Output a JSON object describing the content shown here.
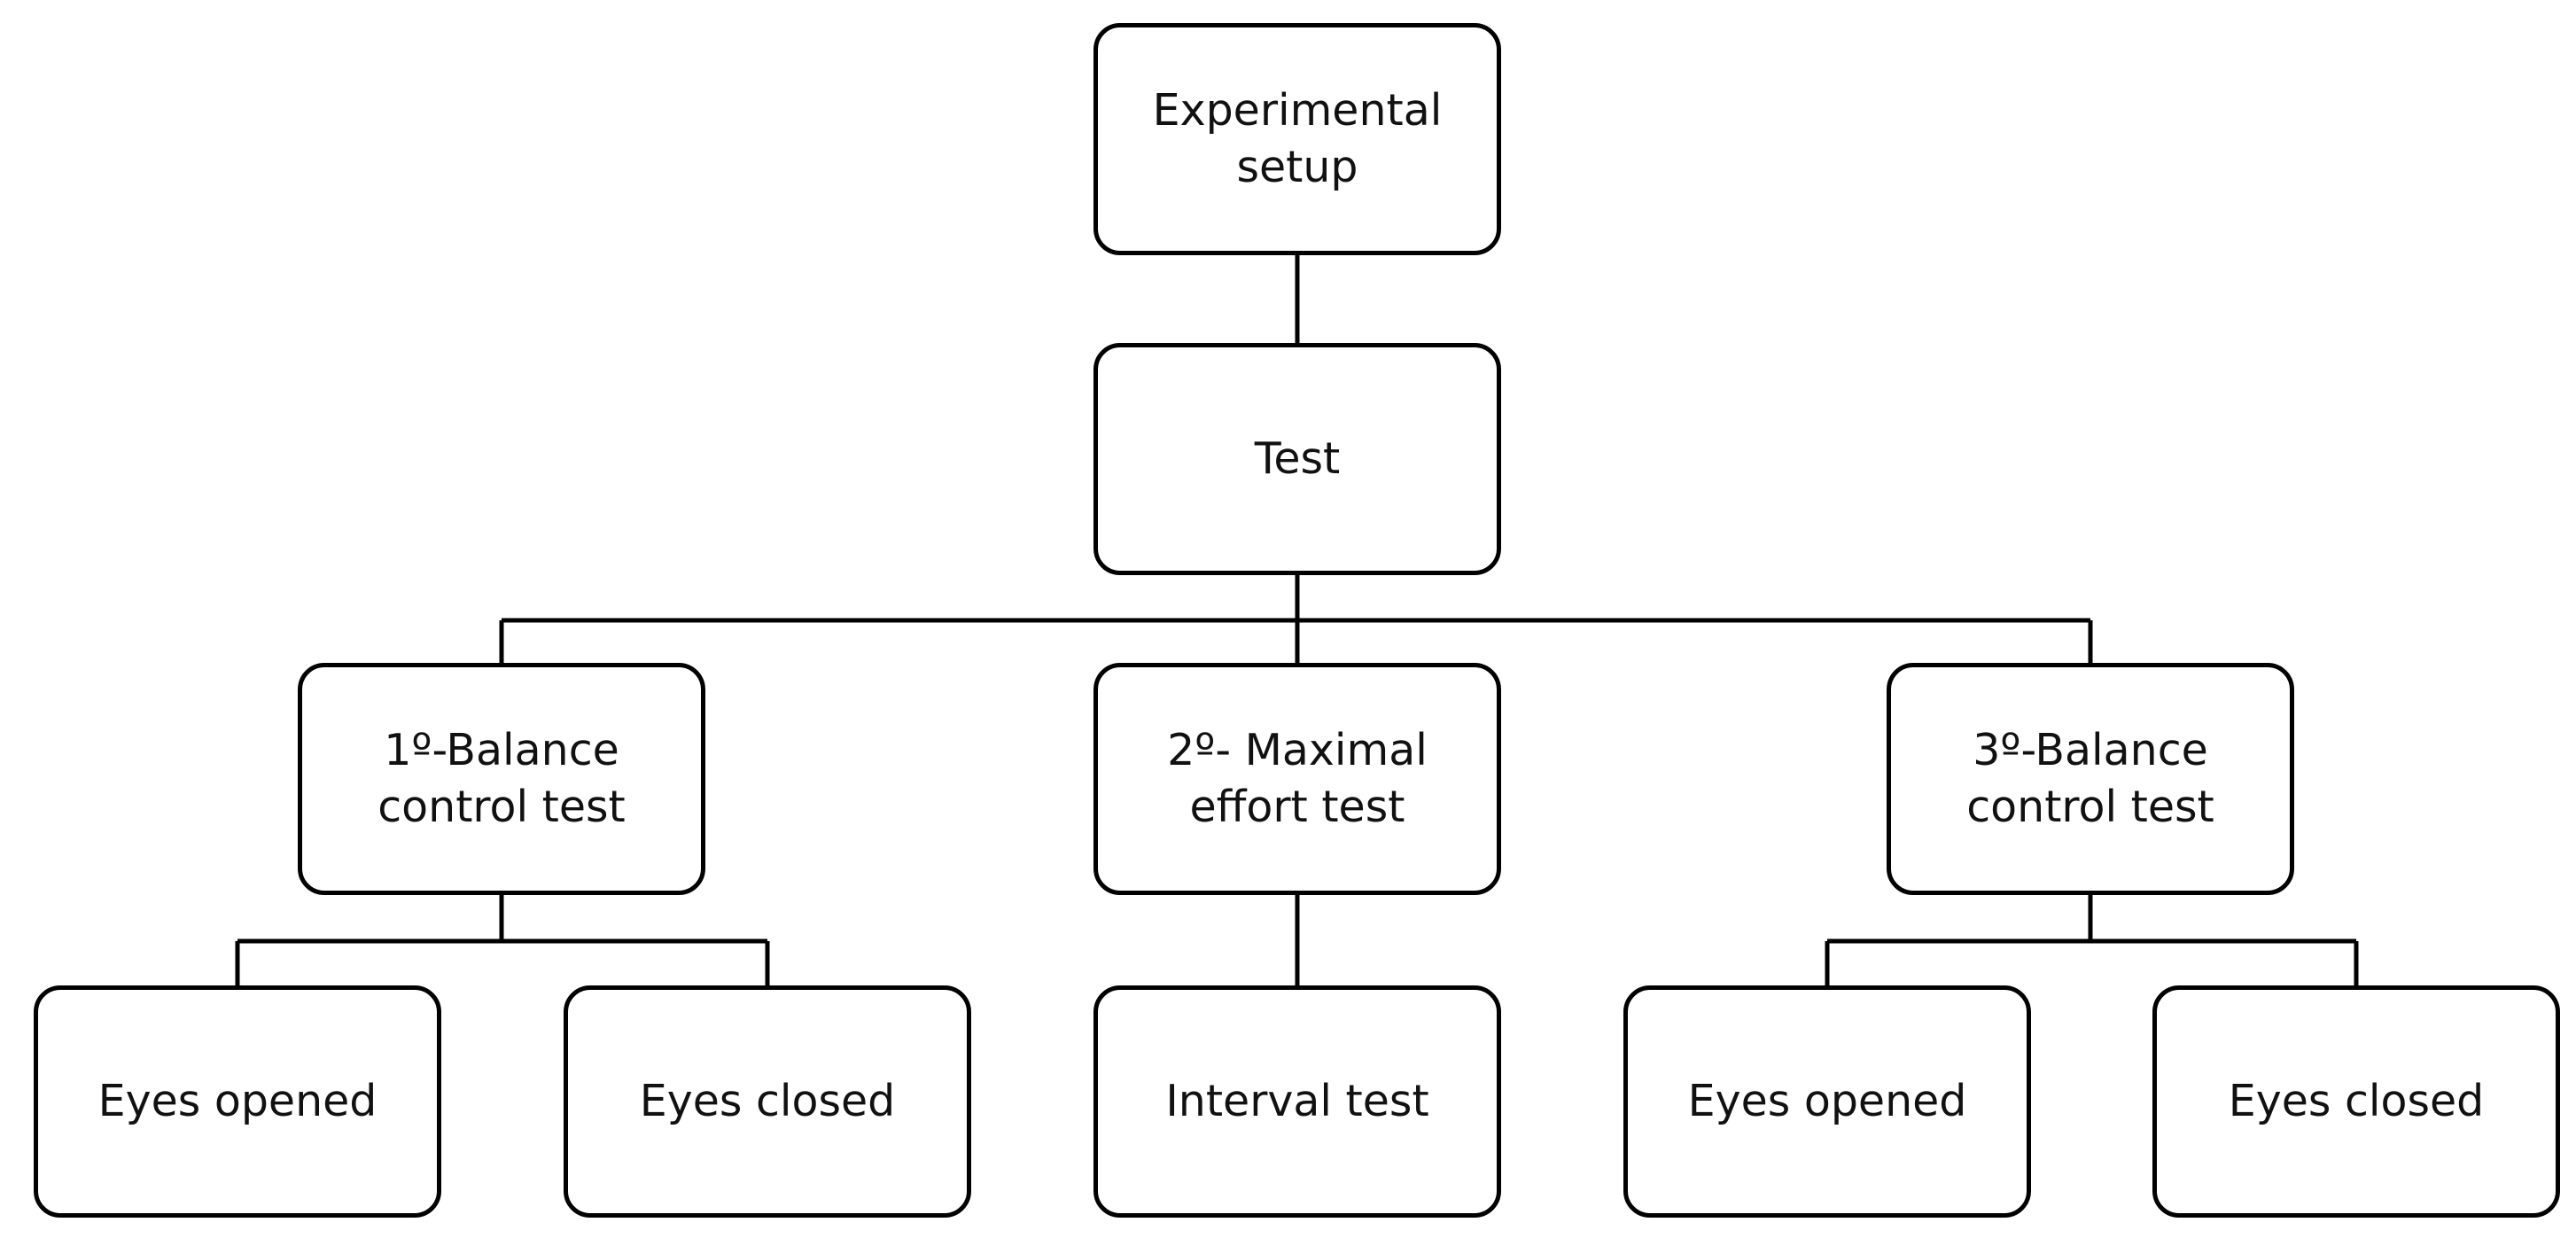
{
  "diagram": {
    "type": "hierarchy",
    "nodes": {
      "root": {
        "label": "Experimental\nsetup"
      },
      "test": {
        "label": "Test"
      },
      "balance_first": {
        "label": "1º-Balance\ncontrol test"
      },
      "maximal_effort": {
        "label": "2º- Maximal\neffort test"
      },
      "balance_third": {
        "label": "3º-Balance\ncontrol test"
      },
      "balance_first_eyes_opened": {
        "label": "Eyes opened"
      },
      "balance_first_eyes_closed": {
        "label": "Eyes closed"
      },
      "interval_test": {
        "label": "Interval test"
      },
      "balance_third_eyes_opened": {
        "label": "Eyes opened"
      },
      "balance_third_eyes_closed": {
        "label": "Eyes closed"
      }
    },
    "edges": [
      [
        "root",
        "test"
      ],
      [
        "test",
        "balance_first"
      ],
      [
        "test",
        "maximal_effort"
      ],
      [
        "test",
        "balance_third"
      ],
      [
        "balance_first",
        "balance_first_eyes_opened"
      ],
      [
        "balance_first",
        "balance_first_eyes_closed"
      ],
      [
        "maximal_effort",
        "interval_test"
      ],
      [
        "balance_third",
        "balance_third_eyes_opened"
      ],
      [
        "balance_third",
        "balance_third_eyes_closed"
      ]
    ],
    "colors": {
      "border": "#000000",
      "line": "#000000",
      "text": "#111111",
      "background": "#ffffff"
    }
  }
}
